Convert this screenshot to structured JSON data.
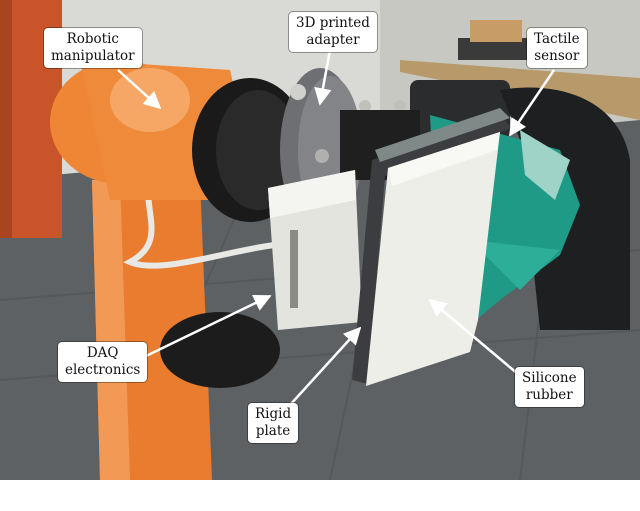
{
  "labels": {
    "robotic_manipulator": [
      "Robotic",
      "manipulator"
    ],
    "printed_adapter": [
      "3D printed",
      "adapter"
    ],
    "tactile_sensor": [
      "Tactile",
      "sensor"
    ],
    "daq_electronics": [
      "DAQ",
      "electronics"
    ],
    "rigid_plate": [
      "Rigid",
      "plate"
    ],
    "silicone_rubber": [
      "Silicone",
      "rubber"
    ]
  },
  "colors": {
    "robot_orange": "#f08a3c",
    "robot_black": "#1c1c1c",
    "sensor_green": "#1f9a86",
    "silicone_white": "#eeeee8",
    "floor_gray": "#5e6164",
    "wall": "#dcdcd8",
    "door": "#c9542a"
  }
}
